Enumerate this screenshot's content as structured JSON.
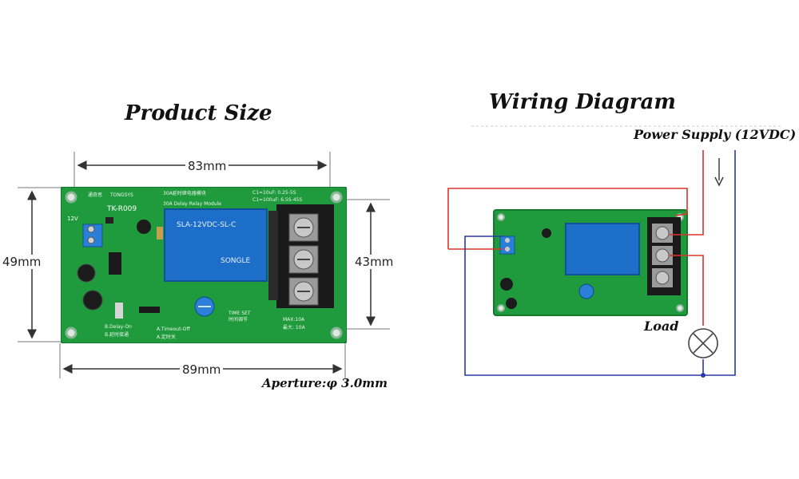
{
  "product_size": {
    "title": "Product Size",
    "dim_top": "83mm",
    "dim_bottom": "89mm",
    "dim_left": "49mm",
    "dim_right": "43mm",
    "aperture": "Aperture:φ 3.0mm"
  },
  "wiring": {
    "title": "Wiring Diagram",
    "power_supply": "Power Supply (12VDC)",
    "load": "Load"
  },
  "board": {
    "brand": "TONGSYS",
    "maker": "通奇思",
    "model": "TK-R009",
    "name_cn": "30A延时继电器模块",
    "name_en": "30A Delay Relay Module",
    "spec1": "C1=10uF: 0.25-5S",
    "spec2": "C1=100uF: 6.5S-45S",
    "relay_model": "SLA-12VDC-SL-C",
    "relay_brand": "SONGLE",
    "input_label": "12V",
    "time_set": "TIME SET",
    "time_set_cn": "时间调节",
    "max_current": "MAX:10A",
    "max_current_cn": "最大: 10A",
    "mode_b": "B.Delay-On",
    "mode_b_cn": "B.延时接通",
    "mode_a": "A.Timeout-Off",
    "mode_a_cn": "A.定时关"
  },
  "colors": {
    "pcb": "#1f9a3c",
    "relay": "#1d6ec8",
    "terminal": "#1a1a1a",
    "wire_red": "#d9352b",
    "wire_blue": "#2b3aa8"
  }
}
